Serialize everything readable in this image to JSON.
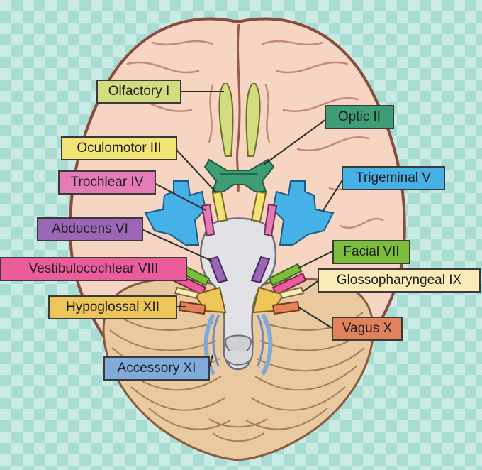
{
  "labels": {
    "olfactory": "Olfactory I",
    "optic": "Optic II",
    "oculomotor": "Oculomotor III",
    "trochlear": "Trochlear IV",
    "trigeminal": "Trigeminal V",
    "abducens": "Abducens VI",
    "facial": "Facial VII",
    "vestibulocochlear": "Vestibulocochlear VIII",
    "glossopharyngeal": "Glossopharyngeal IX",
    "vagus": "Vagus X",
    "accessory": "Accessory XI",
    "hypoglossal": "Hypoglossal XII"
  },
  "colors": {
    "olfactory": "#d3dc7e",
    "optic": "#3e9d74",
    "oculomotor": "#f2e375",
    "trochlear": "#e37bb7",
    "trigeminal": "#45b1e6",
    "abducens": "#9a66b5",
    "facial": "#7cbd3b",
    "vestibulocochlear": "#eb5c9b",
    "glossopharyngeal": "#fcebb7",
    "vagus": "#e0825c",
    "accessory": "#80aad9",
    "hypoglossal": "#eec55a",
    "brain": "#f6d6c2",
    "cerebellum": "#e8c9a0",
    "brainstem": "#e1e1e6"
  }
}
